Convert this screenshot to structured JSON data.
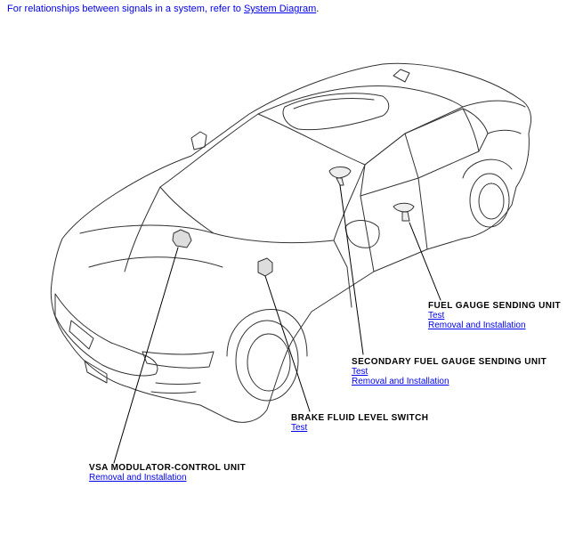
{
  "top_note": {
    "text": "For relationships between signals in a system, refer to ",
    "link": "System Diagram",
    "end": "."
  },
  "components": {
    "fuel_gauge": {
      "title": "FUEL GAUGE SENDING UNIT",
      "link1": "Test",
      "link2": "Removal and Installation"
    },
    "secondary_fuel_gauge": {
      "title": "SECONDARY FUEL GAUGE SENDING UNIT",
      "link1": "Test",
      "link2": "Removal and Installation"
    },
    "brake_fluid": {
      "title": "BRAKE FLUID LEVEL SWITCH",
      "link1": "Test"
    },
    "vsa": {
      "title": "VSA MODULATOR-CONTROL UNIT",
      "link1": "Removal and Installation"
    }
  }
}
